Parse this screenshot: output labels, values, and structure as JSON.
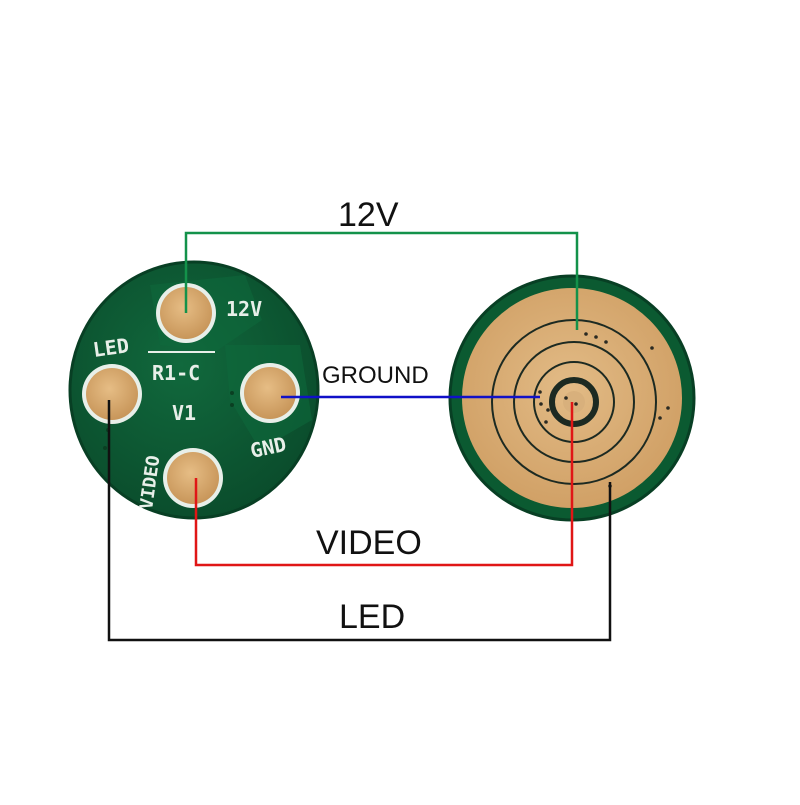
{
  "wire_labels": {
    "v12": "12V",
    "ground": "GROUND",
    "video": "VIDEO",
    "led": "LED"
  },
  "board_silkscreen": {
    "pad_12v": "12V",
    "pad_led": "LED",
    "pad_gnd": "GND",
    "pad_video": "VIDEO",
    "ref_r1c": "R1-C",
    "ref_v1": "V1"
  },
  "colors": {
    "wire_12v": "#13924a",
    "wire_ground": "#1010c8",
    "wire_video": "#e01616",
    "wire_led": "#111111",
    "pcb_green": "#0c5a34",
    "pcb_edge": "#083f24",
    "copper_pad": "#d7a86c",
    "silkscreen": "#e8efe9",
    "back_copper": "#d6ad77",
    "ring_trace": "#1c2a22"
  }
}
